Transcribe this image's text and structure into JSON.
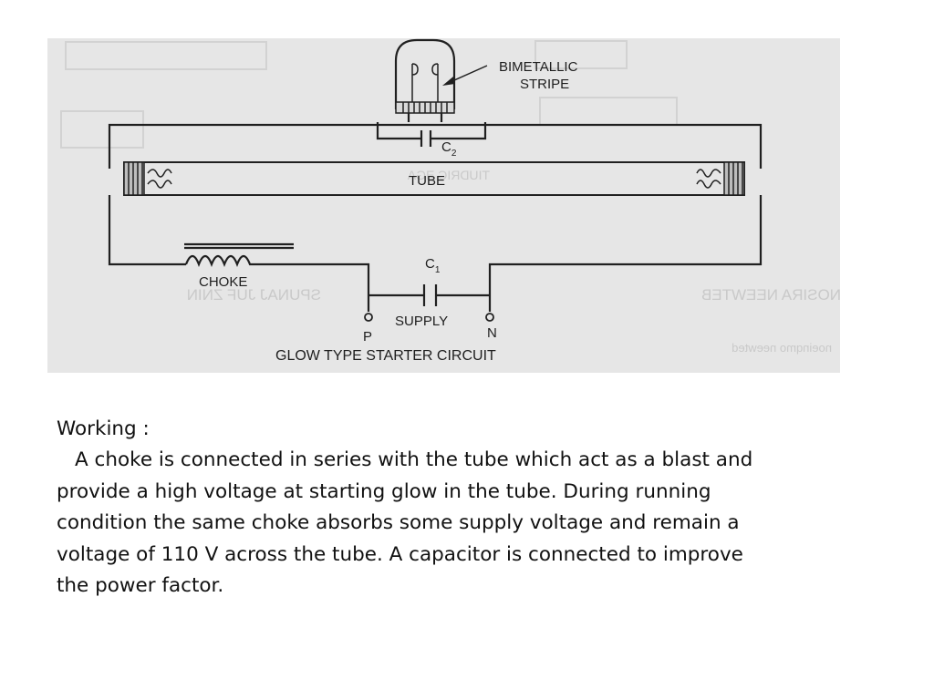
{
  "diagram": {
    "labels": {
      "bimetallic_line1": "BIMETALLIC",
      "bimetallic_line2": "STRIPE",
      "c2": "C",
      "c2_sub": "2",
      "tube": "TUBE",
      "choke": "CHOKE",
      "c1": "C",
      "c1_sub": "1",
      "supply": "SUPPLY",
      "p": "P",
      "n": "N",
      "title": "GLOW TYPE STARTER CIRCUIT"
    }
  },
  "caption": {
    "heading": "Working :",
    "lines": [
      "A choke is connected in series with the tube which act as a blast and",
      "provide a high voltage at starting glow in the tube. During running",
      "condition the same choke absorbs some supply voltage and remain a",
      "voltage of 110 V across the tube. A capacitor is connected to improve",
      "the power factor."
    ]
  }
}
